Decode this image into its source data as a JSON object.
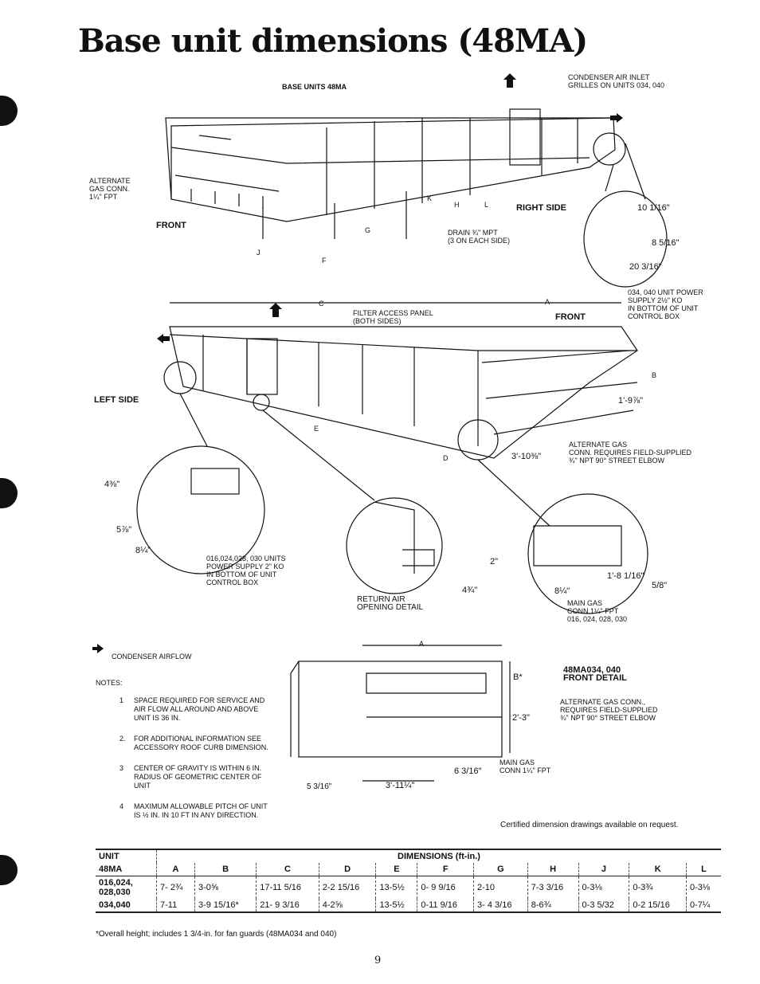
{
  "title": "Base unit dimensions (48MA)",
  "drawing1": {
    "heading": "BASE UNITS 48MA",
    "condenser_inlet": "CONDENSER AIR INLET\nGRILLES ON UNITS 034, 040",
    "alt_gas": "ALTERNATE\nGAS CONN.\n1¼\" FPT",
    "front": "FRONT",
    "right_side": "RIGHT SIDE",
    "drain": "DRAIN ¾\" MPT\n(3 ON EACH SIDE)",
    "letters": {
      "j": "J",
      "f": "F",
      "g": "G",
      "h": "H",
      "k": "K",
      "l": "L"
    },
    "dim1": "10 1/16\"",
    "dim2": "8 5/16\"",
    "dim3": "20 3/16\"",
    "power": "034, 040 UNIT POWER\nSUPPLY 2½\" KO\nIN BOTTOM OF UNIT\nCONTROL BOX"
  },
  "drawing2": {
    "c": "C",
    "a": "A",
    "filter": "FILTER ACCESS PANEL\n(BOTH SIDES)",
    "front": "FRONT",
    "left_side": "LEFT SIDE",
    "b": "B",
    "height": "1'-9⅞\"",
    "e": "E",
    "d": "D",
    "dim_d": "3'-10⅜\"",
    "alt_gas": "ALTERNATE GAS\nCONN. REQUIRES FIELD-SUPPLIED\n¾\" NPT 90° STREET ELBOW",
    "d1": "4⅜\"",
    "d2": "5⅞\"",
    "d3": "8¼\"",
    "power": "016,024,028, 030 UNITS\nPOWER SUPPLY 2\" KO\nIN BOTTOM OF UNIT\nCONTROL BOX",
    "return_air": "RETURN AIR\nOPENING DETAIL",
    "r1": "2\"",
    "r2": "4¾\"",
    "m1": "1'-8 1/16\"",
    "m2": "8¼\"",
    "m3": "5/8\"",
    "main_gas": "MAIN GAS\nCONN 1¼\" FPT\n016, 024, 028, 030"
  },
  "drawing3": {
    "a": "A",
    "b": "B*",
    "heading": "48MA034, 040\nFRONT DETAIL",
    "alt_gas": "ALTERNATE GAS CONN.,\nREQUIRES FIELD-SUPPLIED\n¾\" NPT 90° STREET ELBOW",
    "height": "2'-3\"",
    "main_gas": "MAIN GAS\nCONN 1¼\" FPT",
    "d1": "6 3/16\"",
    "d2": "3'-11¼\"",
    "d3": "5 3/16\""
  },
  "legend": "CONDENSER AIRFLOW",
  "notes_label": "NOTES:",
  "notes": [
    {
      "n": "1",
      "text": "SPACE REQUIRED FOR SERVICE AND AIR FLOW ALL AROUND AND ABOVE UNIT IS 36 IN."
    },
    {
      "n": "2.",
      "text": "FOR ADDITIONAL INFORMATION SEE ACCESSORY ROOF CURB DIMENSION."
    },
    {
      "n": "3",
      "text": "CENTER OF GRAVITY IS WITHIN 6 IN. RADIUS OF GEOMETRIC CENTER OF UNIT"
    },
    {
      "n": "4",
      "text": "MAXIMUM ALLOWABLE PITCH OF UNIT IS ½ IN. IN 10 FT IN ANY DIRECTION."
    }
  ],
  "certified": "Certified dimension drawings available on request.",
  "table": {
    "unit_label": "UNIT",
    "model_label": "48MA",
    "dims_label": "DIMENSIONS (ft-in.)",
    "columns": [
      "A",
      "B",
      "C",
      "D",
      "E",
      "F",
      "G",
      "H",
      "J",
      "K",
      "L"
    ],
    "rows": [
      {
        "unit": "016,024,\n028,030",
        "values": [
          "7- 2¾",
          "3-0⅝",
          "17-11 5/16",
          "2-2 15/16",
          "13-5½",
          "0- 9 9/16",
          "2-10",
          "7-3 3/16",
          "0-3⅛",
          "0-3¾",
          "0-3⅛"
        ]
      },
      {
        "unit": "034,040",
        "values": [
          "7-11",
          "3-9 15/16*",
          "21- 9 3/16",
          "4-2⅝",
          "13-5½",
          "0-11 9/16",
          "3- 4 3/16",
          "8-6¾",
          "0-3 5/32",
          "0-2 15/16",
          "0-7¼"
        ]
      }
    ]
  },
  "footnote": "*Overall height; includes 1 3/4-in. for fan guards (48MA034 and 040)",
  "page_number": "9"
}
